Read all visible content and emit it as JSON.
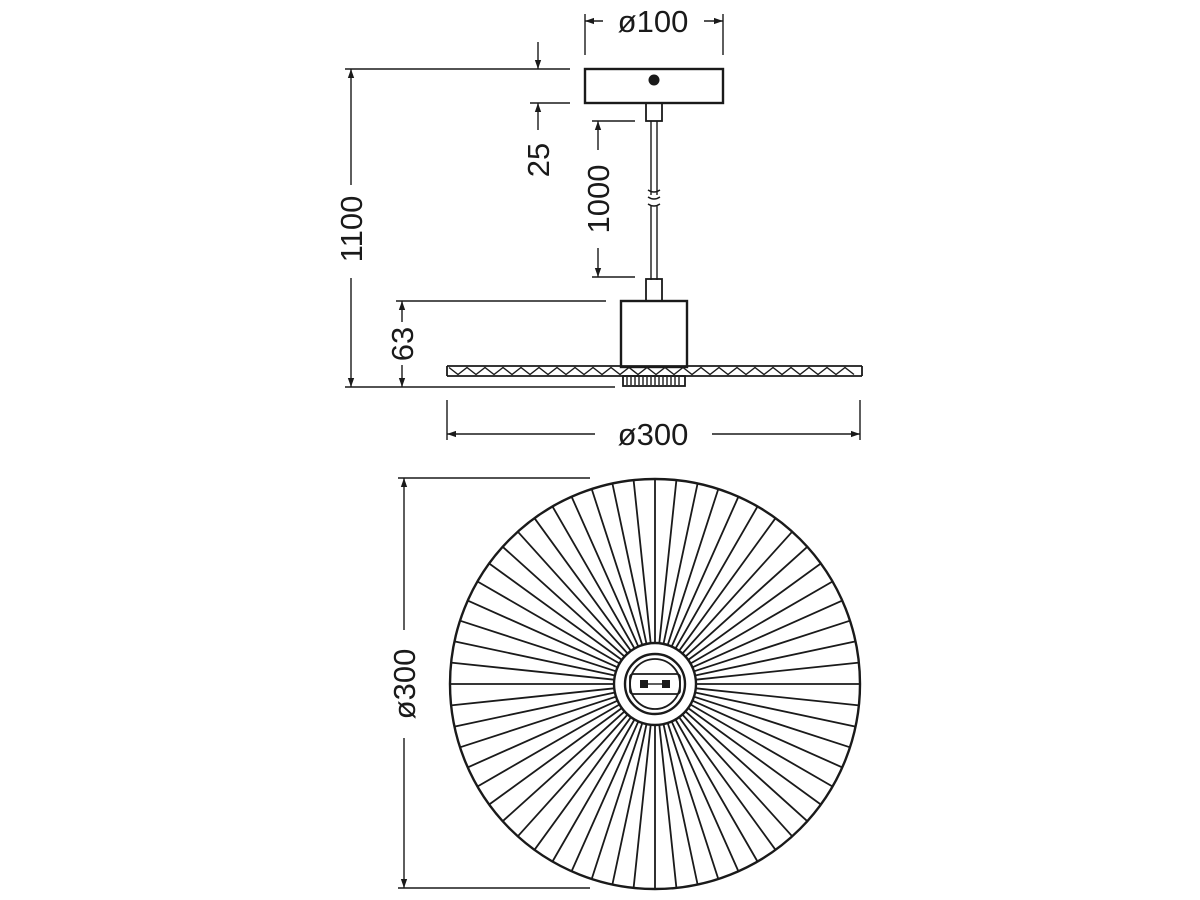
{
  "dimensions": {
    "canopy_diameter": "ø100",
    "overall_height": "1100",
    "canopy_height": "25",
    "cable_length": "1000",
    "shade_height": "63",
    "shade_diameter_side": "ø300",
    "shade_diameter_top": "ø300"
  },
  "top_view": {
    "rib_count": 60
  }
}
